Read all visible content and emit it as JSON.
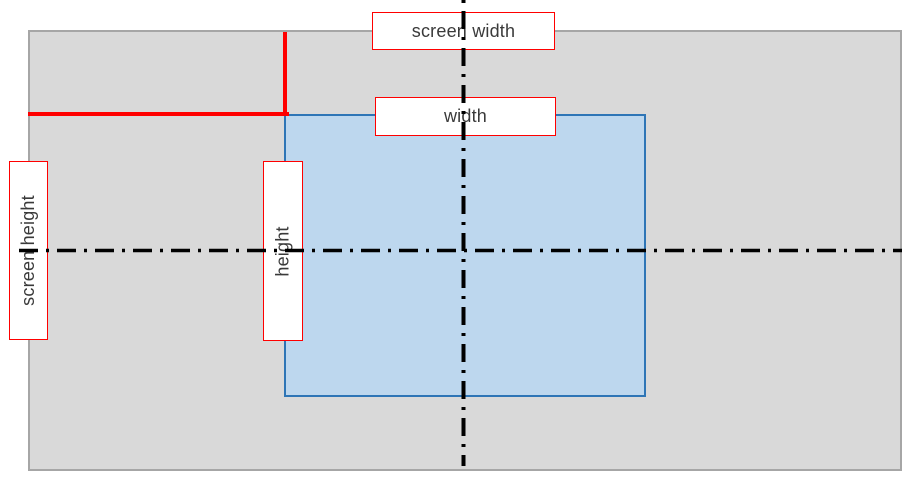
{
  "diagram": {
    "title": "screen and window dimension diagram",
    "labels": {
      "screen_width": "screen width",
      "width": "width",
      "screen_height": "screen height",
      "height": "height"
    },
    "shapes": {
      "screen_rect": "outer gray rectangle representing the screen",
      "window_rect": "inner blue rectangle representing the window",
      "offset_lines": "red L-shaped lines marking window top/left offset from screen corner",
      "center_lines": "black dash-dot horizontal and vertical center lines"
    },
    "colors": {
      "screen_fill": "#d9d9d9",
      "screen_border": "#a6a6a6",
      "window_fill": "#bdd7ee",
      "window_border": "#2e75b6",
      "offset_line": "#ff0000",
      "center_line": "#000000",
      "label_fill": "#ffffff",
      "label_border": "#ff0000",
      "label_text": "#3a3a3a"
    }
  }
}
